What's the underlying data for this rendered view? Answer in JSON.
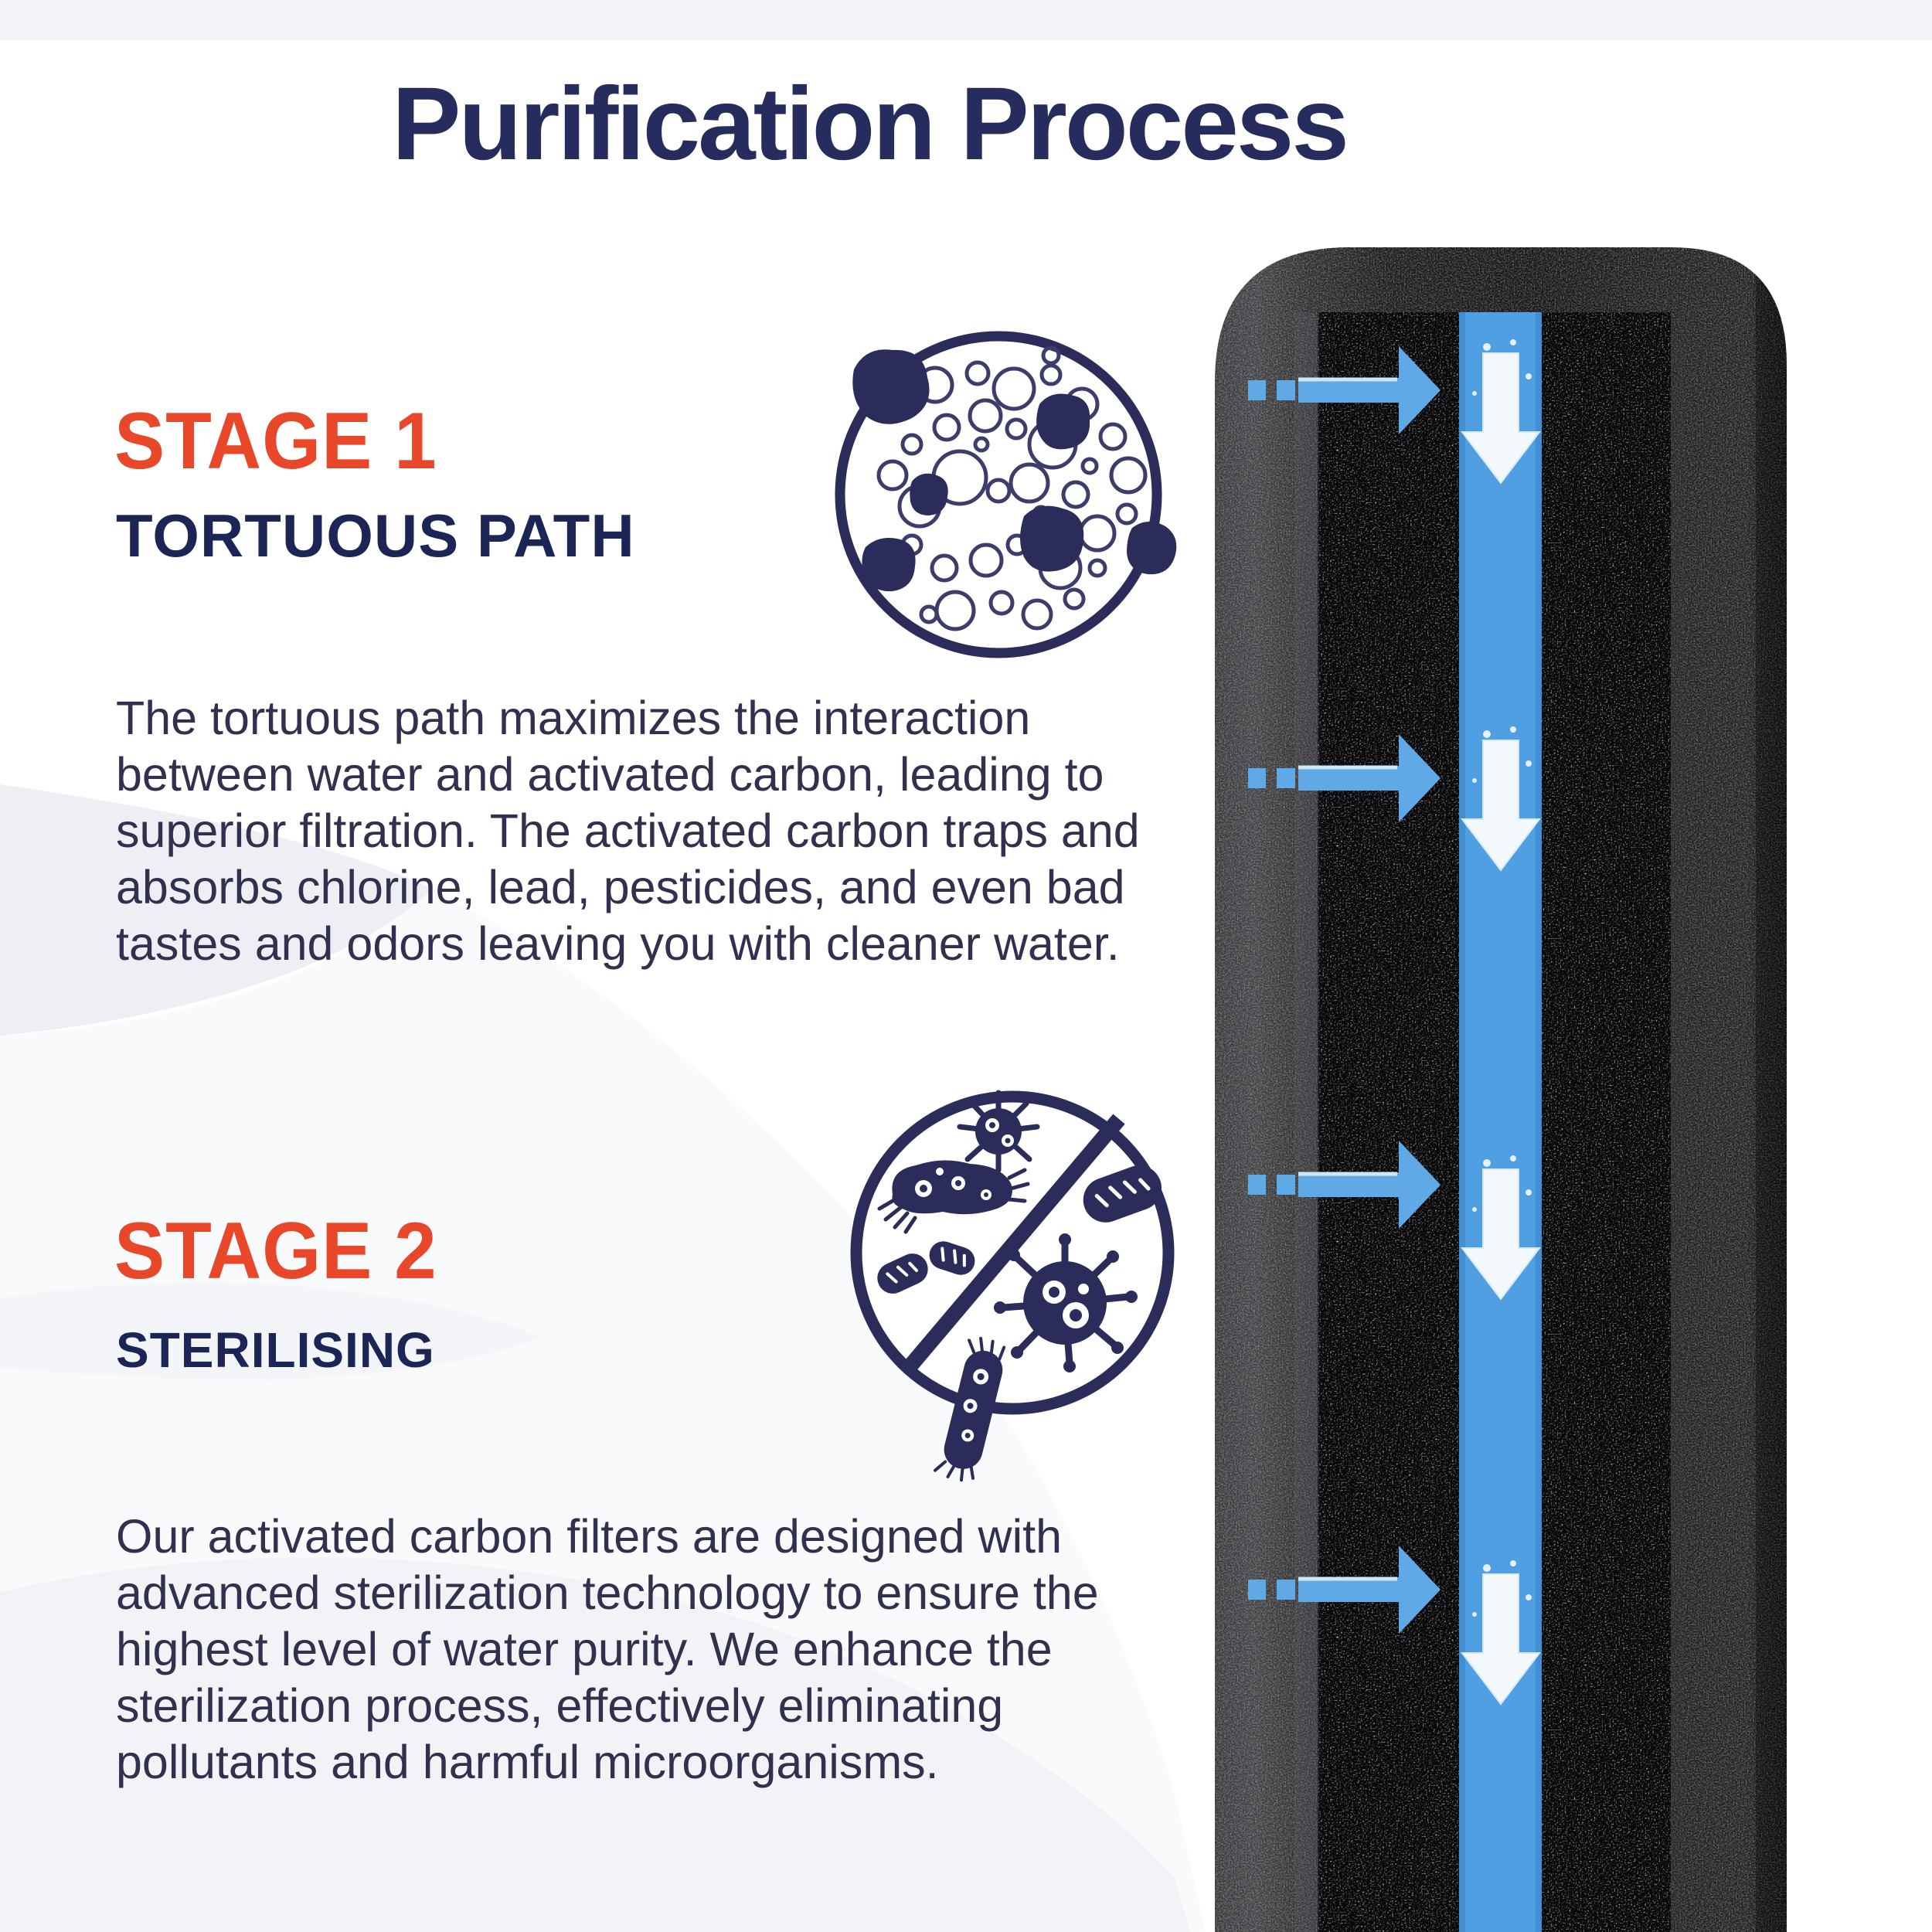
{
  "title": "Purification Process",
  "stages": [
    {
      "label": "STAGE 1",
      "heading": "TORTUOUS PATH",
      "description": "The tortuous path maximizes the interaction between water and activated carbon, leading to superior filtration. The activated carbon traps and absorbs chlorine, lead, pesticides, and even bad tastes and odors leaving you with cleaner water.",
      "icon": "carbon-particles-icon"
    },
    {
      "label": "STAGE 2",
      "heading": "STERILISING",
      "description": "Our activated carbon filters are designed with advanced sterilization technology to ensure the highest level of water purity. We enhance the sterilization process, effectively eliminating pollutants and harmful microorganisms.",
      "icon": "no-microorganisms-icon"
    }
  ],
  "diagram": {
    "name": "activated-carbon-filter-cutaway",
    "flow_arrow_count": 4,
    "icons": [
      "water-inflow-arrow",
      "water-downflow-arrow"
    ]
  },
  "colors": {
    "title_navy": "#272c5e",
    "heading_navy": "#1c2656",
    "body_text": "#31314f",
    "accent_orange": "#e9472a",
    "arrow_blue": "#5fa9e6",
    "water_channel_blue": "#4f9fe2",
    "icon_navy": "#2b2c5a",
    "filter_black": "#141416"
  }
}
